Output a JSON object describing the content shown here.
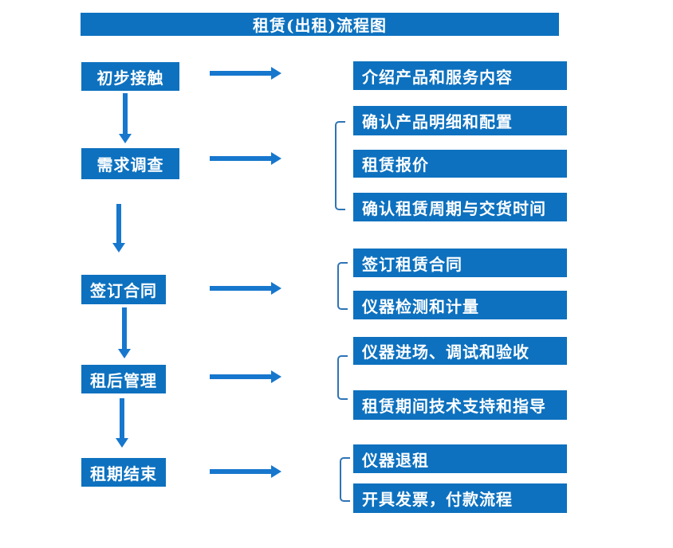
{
  "title": "租赁(出租)流程图",
  "steps": [
    {
      "label": "初步接触",
      "outputs": [
        "介绍产品和服务内容"
      ]
    },
    {
      "label": "需求调查",
      "outputs": [
        "确认产品明细和配置",
        "租赁报价",
        "确认租赁周期与交货时间"
      ]
    },
    {
      "label": "签订合同",
      "outputs": [
        "签订租赁合同",
        "仪器检测和计量"
      ]
    },
    {
      "label": "租后管理",
      "outputs": [
        "仪器进场、调试和验收",
        "租赁期间技术支持和指导"
      ]
    },
    {
      "label": "租期结束",
      "outputs": [
        "仪器退租",
        "开具发票，付款流程"
      ]
    }
  ],
  "colors": {
    "box_blue": "#0d71bf",
    "arrow_blue": "#1777cd",
    "bracket_blue": "#2e74b5",
    "text_white": "#ffffff"
  }
}
